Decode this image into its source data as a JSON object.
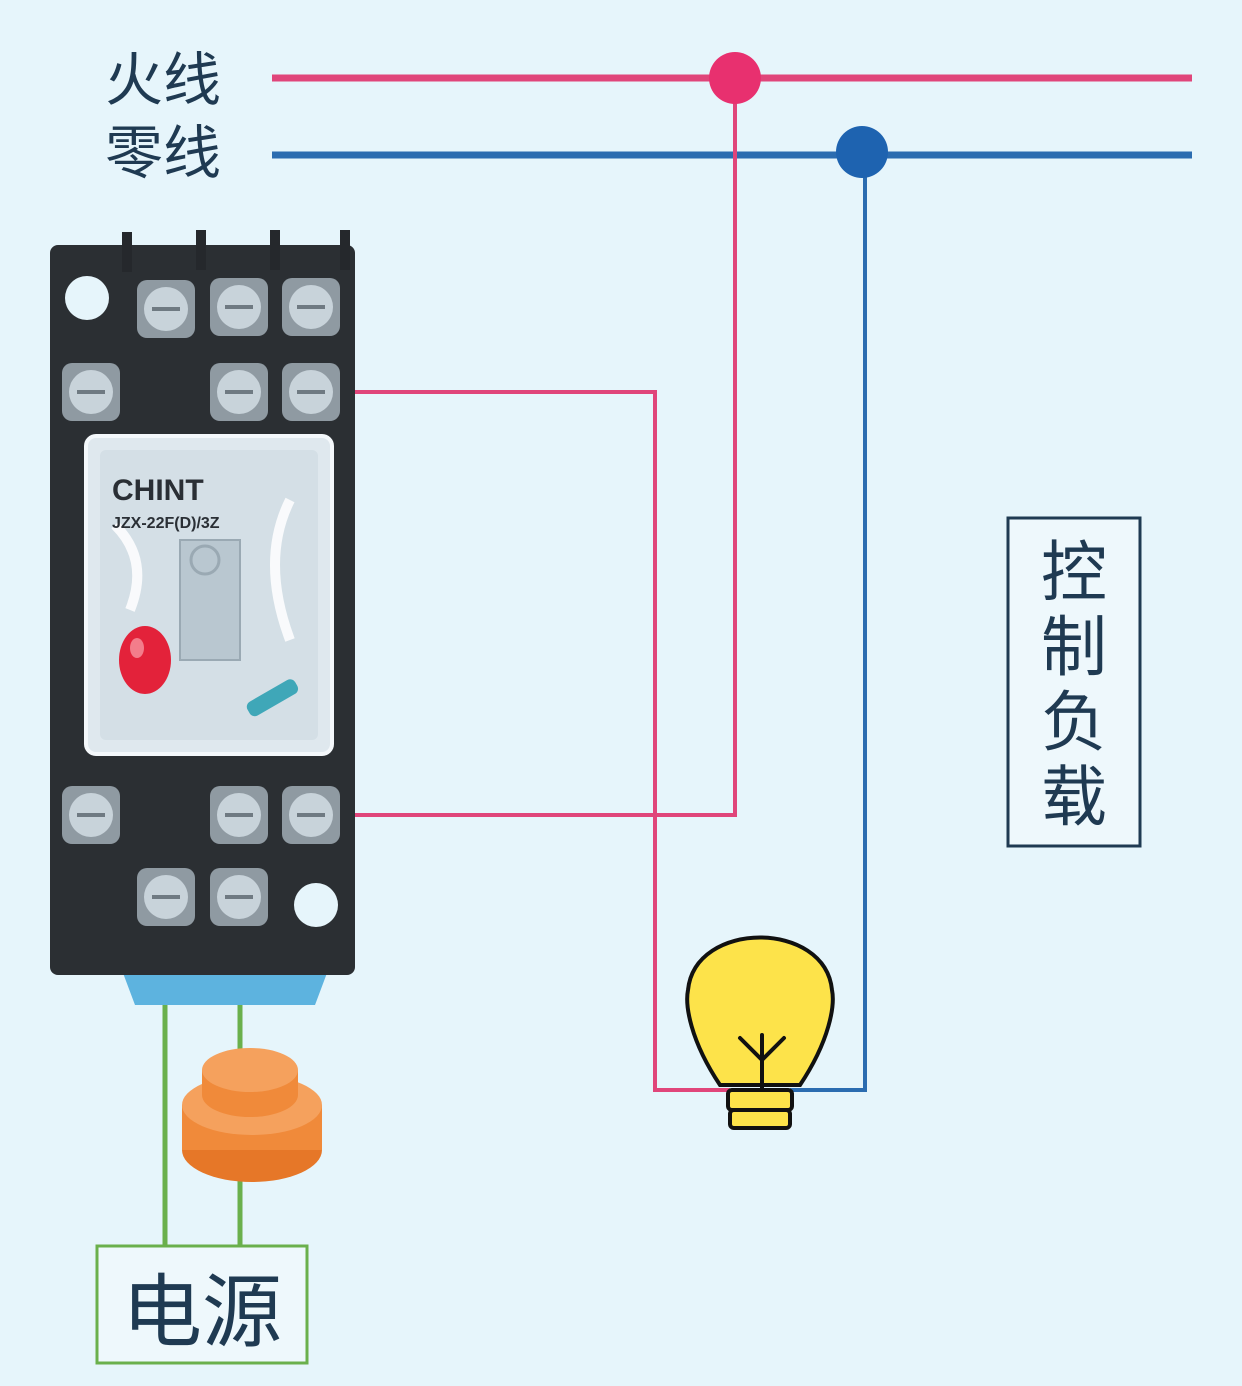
{
  "labels": {
    "live_wire": "火线",
    "neutral_wire": "零线",
    "load": "控制负载",
    "power": "电源"
  },
  "relay": {
    "brand": "CHINT",
    "model": "JZX-22F(D)/3Z"
  },
  "colors": {
    "live": "#e0457a",
    "neutral": "#2b6cb0",
    "coil": "#6ab04c",
    "background": "#e6f5fb",
    "bulb": "#fde34a",
    "button": "#f08a3a"
  }
}
